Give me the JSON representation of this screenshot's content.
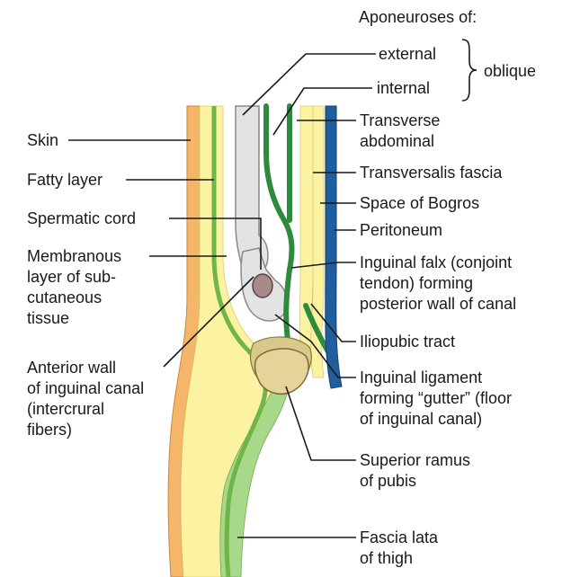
{
  "heading": "Aponeuroses of:",
  "oblique_group": {
    "external": "external",
    "internal": "internal",
    "oblique": "oblique"
  },
  "labels_left": {
    "skin": "Skin",
    "fatty_layer": "Fatty layer",
    "spermatic_cord": "Spermatic cord",
    "membranous": [
      "Membranous",
      "layer of sub-",
      "cutaneous",
      "tissue"
    ],
    "anterior_wall": [
      "Anterior wall",
      "of inguinal canal",
      "(intercrural",
      "fibers)"
    ]
  },
  "labels_right": {
    "transverse": [
      "Transverse",
      "abdominal"
    ],
    "transversalis": "Transversalis fascia",
    "bogros": "Space of Bogros",
    "peritoneum": "Peritoneum",
    "falx": [
      "Inguinal falx (conjoint",
      "tendon) forming",
      "posterior wall of canal"
    ],
    "iliopubic": "Iliopubic tract",
    "ligament": [
      "Inguinal ligament",
      "forming “gutter” (floor",
      "of inguinal canal)"
    ],
    "ramus": [
      "Superior ramus",
      "of pubis"
    ],
    "fascia_lata": [
      "Fascia lata",
      "of thigh"
    ]
  },
  "colors": {
    "skin": "#f5b56b",
    "fatty": "#fbf3a2",
    "membranous": "#6fb548",
    "cord_fill": "#e3e3e3",
    "cord_outline": "#8a8a8a",
    "aponeurosis": "#2e8b3e",
    "peritoneum": "#1f5f9e",
    "fascia_lata": "#a8d98a",
    "bone": "#e6d39a"
  }
}
